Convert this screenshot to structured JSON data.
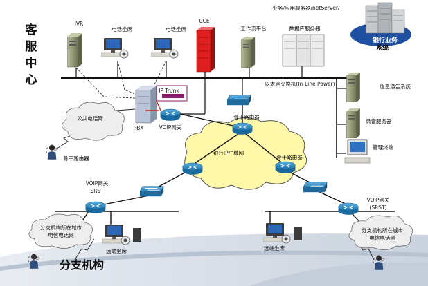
{
  "title_vertical": [
    "客",
    "服",
    "中",
    "心"
  ],
  "branch_title": "分支机构",
  "labels": {
    "ivr": "IVR",
    "agent_1": "电话坐席",
    "agent_2": "电话坐席",
    "cce": "CCE",
    "workflow": "工作流平台",
    "app_server_1": "业务/应用服务器/netServer/",
    "app_server_2": "数据库服务器",
    "bank_system_1": "银行业务",
    "bank_system_2": "系统",
    "ethernet": "以太网交换机(In-Line Power)",
    "info_notify": "信息通告系统",
    "recording": "录音服务器",
    "mgmt_terminal": "管理终端",
    "ip_trunk": "IP Trunk",
    "pstn": "公共电话网",
    "pbx": "PBX",
    "voip_gateway_hq": "VOIP网关",
    "router_hq": "骨干路由器",
    "bank_wan": "银行IP广域网",
    "router_right": "骨干路由器",
    "router_left": "骨干路由器",
    "voip_srst_left_1": "VOIP网关",
    "voip_srst_left_2": "(SRST)",
    "voip_srst_right_1": "VOIP网关",
    "voip_srst_right_2": "(SRST)",
    "branch_pstn_left_1": "分支机构所在城市",
    "branch_pstn_left_2": "电信电话网",
    "branch_pstn_right_1": "分支机构所在城市",
    "branch_pstn_right_2": "电信电话网",
    "remote_agent_left": "远端坐席",
    "remote_agent_right": "远端坐席"
  },
  "colors": {
    "cce_server": "#e02020",
    "router": "#1c6fa8",
    "wan_cloud": "#fff8a8",
    "bank_system_ellipse": "#1e4fa0",
    "ip_trunk": "#8a1b6a"
  }
}
